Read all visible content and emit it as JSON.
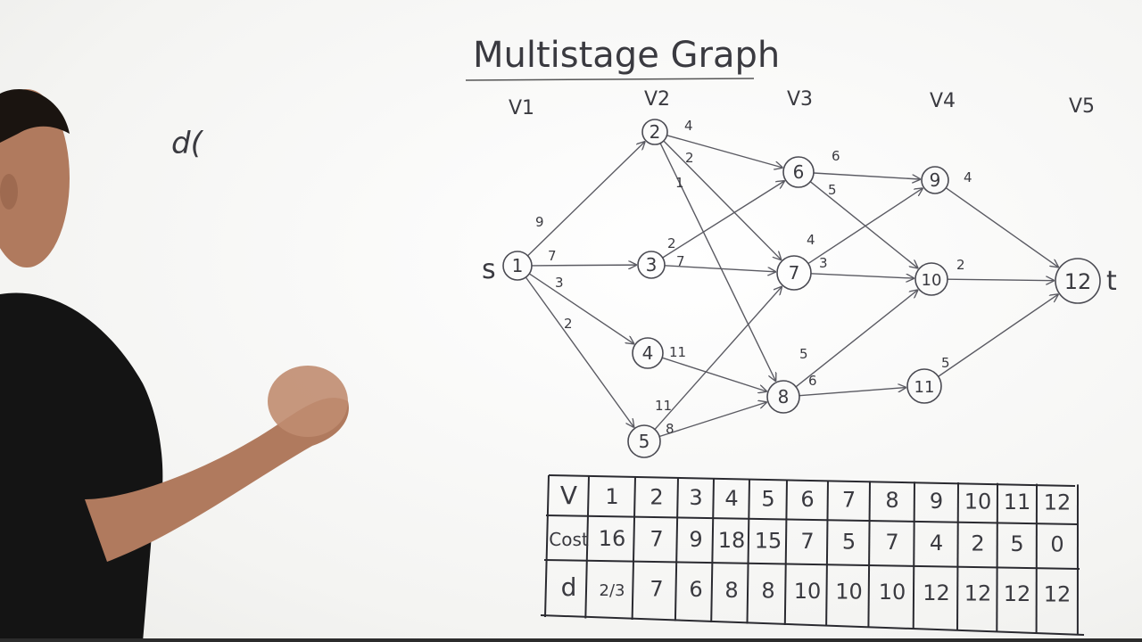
{
  "title": "Multistage Graph",
  "stages": [
    "V1",
    "V2",
    "V3",
    "V4",
    "V5"
  ],
  "left_note": "d(",
  "source_label": "s",
  "sink_label": "t",
  "nodes": [
    "1",
    "2",
    "3",
    "4",
    "5",
    "6",
    "7",
    "8",
    "9",
    "10",
    "11",
    "12"
  ],
  "edges": [
    {
      "from": "1",
      "to": "2",
      "w": "9"
    },
    {
      "from": "1",
      "to": "3",
      "w": "7"
    },
    {
      "from": "1",
      "to": "4",
      "w": "3"
    },
    {
      "from": "1",
      "to": "5",
      "w": "2"
    },
    {
      "from": "2",
      "to": "6",
      "w": "4"
    },
    {
      "from": "2",
      "to": "7",
      "w": "2"
    },
    {
      "from": "2",
      "to": "8",
      "w": "1"
    },
    {
      "from": "3",
      "to": "6",
      "w": "2"
    },
    {
      "from": "3",
      "to": "7",
      "w": "7"
    },
    {
      "from": "4",
      "to": "8",
      "w": "11"
    },
    {
      "from": "5",
      "to": "7",
      "w": "11"
    },
    {
      "from": "5",
      "to": "8",
      "w": "8"
    },
    {
      "from": "6",
      "to": "9",
      "w": "6"
    },
    {
      "from": "6",
      "to": "10",
      "w": "5"
    },
    {
      "from": "7",
      "to": "9",
      "w": "4"
    },
    {
      "from": "7",
      "to": "10",
      "w": "3"
    },
    {
      "from": "8",
      "to": "10",
      "w": "5"
    },
    {
      "from": "8",
      "to": "11",
      "w": "6"
    },
    {
      "from": "9",
      "to": "12",
      "w": "4"
    },
    {
      "from": "10",
      "to": "12",
      "w": "2"
    },
    {
      "from": "11",
      "to": "12",
      "w": "5"
    }
  ],
  "table": {
    "rows": [
      {
        "header": "V",
        "cells": [
          "1",
          "2",
          "3",
          "4",
          "5",
          "6",
          "7",
          "8",
          "9",
          "10",
          "11",
          "12"
        ]
      },
      {
        "header": "Cost",
        "cells": [
          "16",
          "7",
          "9",
          "18",
          "15",
          "7",
          "5",
          "7",
          "4",
          "2",
          "5",
          "0"
        ]
      },
      {
        "header": "d",
        "cells": [
          "2/3",
          "7",
          "6",
          "8",
          "8",
          "10",
          "10",
          "10",
          "12",
          "12",
          "12",
          "12"
        ]
      }
    ]
  }
}
